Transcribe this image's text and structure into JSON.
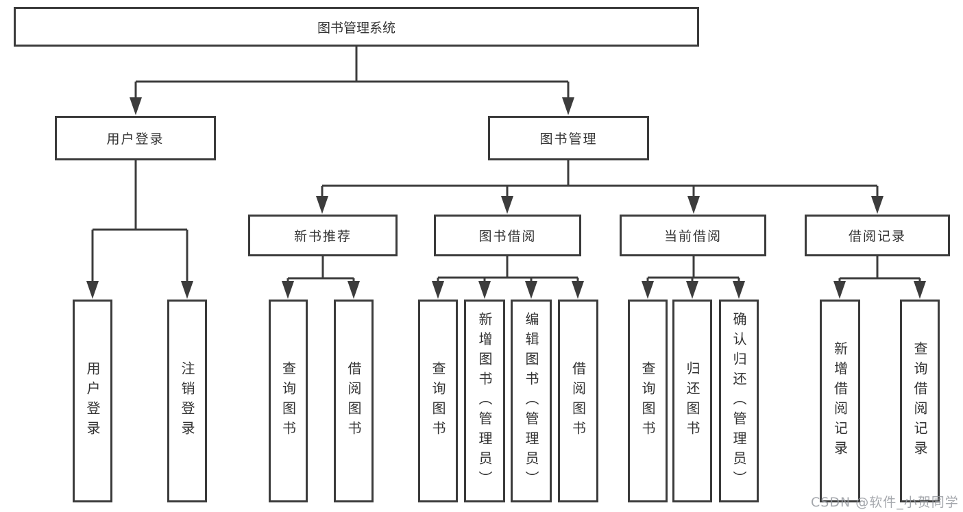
{
  "tree": {
    "label": "图书管理系统",
    "children": [
      {
        "label": "用户登录",
        "children": [
          {
            "label": "用户登录"
          },
          {
            "label": "注销登录"
          }
        ]
      },
      {
        "label": "图书管理",
        "children": [
          {
            "label": "新书推荐",
            "children": [
              {
                "label": "查询图书"
              },
              {
                "label": "借阅图书"
              }
            ]
          },
          {
            "label": "图书借阅",
            "children": [
              {
                "label": "查询图书"
              },
              {
                "label": "新增图书（管理员）"
              },
              {
                "label": "编辑图书（管理员）"
              },
              {
                "label": "借阅图书"
              }
            ]
          },
          {
            "label": "当前借阅",
            "children": [
              {
                "label": "查询图书"
              },
              {
                "label": "归还图书"
              },
              {
                "label": "确认归还（管理员）"
              }
            ]
          },
          {
            "label": "借阅记录",
            "children": [
              {
                "label": "新增借阅记录"
              },
              {
                "label": "查询借阅记录"
              }
            ]
          }
        ]
      }
    ]
  },
  "watermark": "CSDN @软件_小贺同学",
  "colors": {
    "background": "#ffffff",
    "box_border": "#3b3b3b",
    "connector_line": "#3c3c3c",
    "text": "#333333",
    "watermark_text": "#94989e"
  }
}
